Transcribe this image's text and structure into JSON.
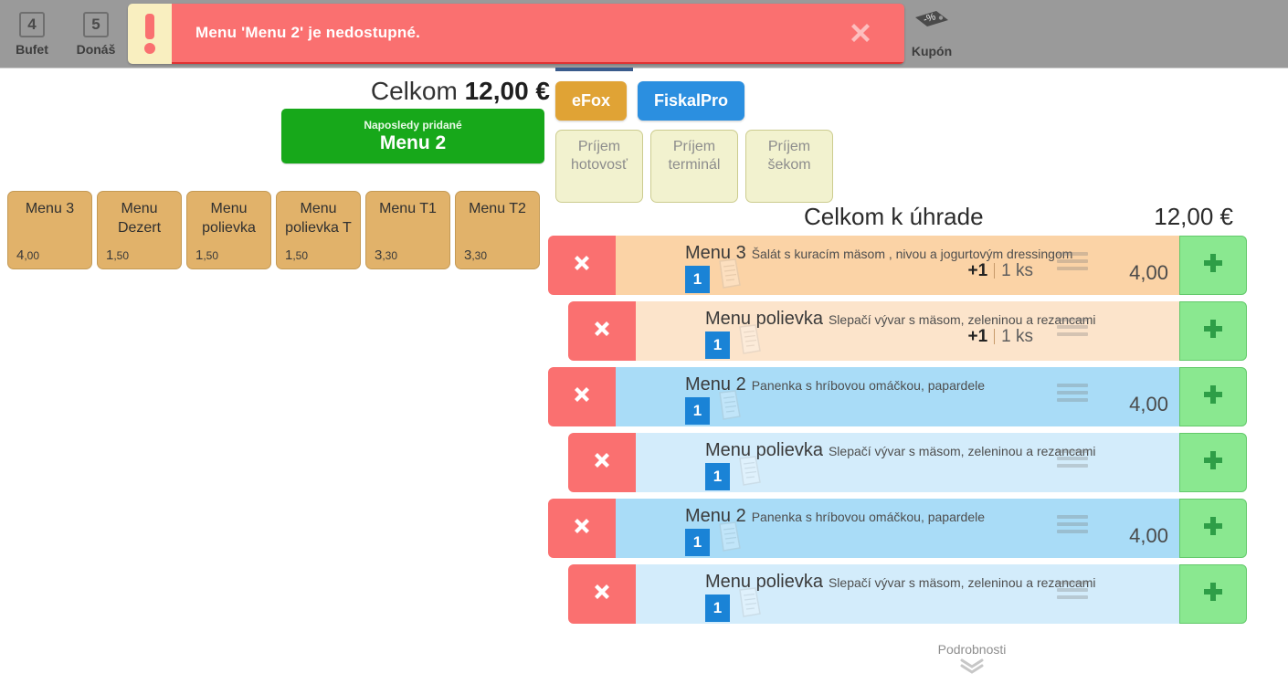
{
  "topbar": {
    "tabs": [
      {
        "num": "4",
        "label": "Bufet"
      },
      {
        "num": "5",
        "label": "Donáš"
      }
    ],
    "coupon": {
      "label": "Kupón",
      "icon": "discount-tag-icon"
    }
  },
  "alert": {
    "message": "Menu 'Menu 2' je nedostupné.",
    "icon": "exclamation-icon",
    "close_icon": "close-icon",
    "bg_color": "#fa7070",
    "icon_bg_color": "#f9efc0"
  },
  "summary": {
    "total_label": "Celkom",
    "total_value": "12,00 €",
    "last_added_label": "Naposledy pridané",
    "last_added_item": "Menu 2",
    "last_added_color": "#17a81a"
  },
  "payment": {
    "tabs": [
      {
        "label": "eFox",
        "color": "#e0a335",
        "active": false
      },
      {
        "label": "FiskalPro",
        "color": "#2b8fe0",
        "active": true
      }
    ],
    "buttons": [
      {
        "line1": "Príjem",
        "line2": "hotovosť"
      },
      {
        "line1": "Príjem",
        "line2": "terminál"
      },
      {
        "line1": "Príjem",
        "line2": "šekom"
      }
    ]
  },
  "menu_keys": [
    {
      "name": "Menu 3",
      "price_int": "4",
      "price_dec": ",00"
    },
    {
      "name": "Menu\nDezert",
      "price_int": "1",
      "price_dec": ",50"
    },
    {
      "name": "Menu\npolievka",
      "price_int": "1",
      "price_dec": ",50"
    },
    {
      "name": "Menu\npolievka T",
      "price_int": "1",
      "price_dec": ",50"
    },
    {
      "name": "Menu T1",
      "price_int": "3",
      "price_dec": ",30"
    },
    {
      "name": "Menu T2",
      "price_int": "3",
      "price_dec": ",30"
    }
  ],
  "order": {
    "due_label": "Celkom k úhrade",
    "due_value": "12,00 €",
    "rows": [
      {
        "title": "Menu 3",
        "desc": "Šalát s kuracím mäsom , nivou a jogurtovým dressingom",
        "qty_badge": "1",
        "qty_plus": "+1",
        "qty_text": "1 ks",
        "price": "4,00",
        "level": "lvl-a",
        "indent": false
      },
      {
        "title": "Menu polievka",
        "desc": "Slepačí vývar s mäsom, zeleninou a rezancami",
        "qty_badge": "1",
        "qty_plus": "+1",
        "qty_text": "1 ks",
        "price": "",
        "level": "lvl-b",
        "indent": true
      },
      {
        "title": "Menu 2",
        "desc": "Panenka s hríbovou omáčkou, papardele",
        "qty_badge": "1",
        "qty_plus": "",
        "qty_text": "",
        "price": "4,00",
        "level": "lvl-c",
        "indent": false
      },
      {
        "title": "Menu polievka",
        "desc": "Slepačí vývar s mäsom, zeleninou a rezancami",
        "qty_badge": "1",
        "qty_plus": "",
        "qty_text": "",
        "price": "",
        "level": "lvl-d",
        "indent": true
      },
      {
        "title": "Menu 2",
        "desc": "Panenka s hríbovou omáčkou, papardele",
        "qty_badge": "1",
        "qty_plus": "",
        "qty_text": "",
        "price": "4,00",
        "level": "lvl-c",
        "indent": false
      },
      {
        "title": "Menu polievka",
        "desc": "Slepačí vývar s mäsom, zeleninou a rezancami",
        "qty_badge": "1",
        "qty_plus": "",
        "qty_text": "",
        "price": "",
        "level": "lvl-d",
        "indent": true
      }
    ]
  },
  "footer": {
    "details_label": "Podrobnosti",
    "details_icon": "double-chevron-down-icon"
  }
}
